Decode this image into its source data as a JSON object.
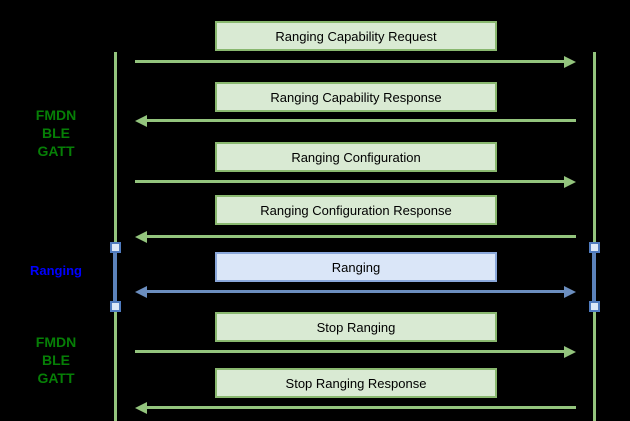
{
  "colors": {
    "background": "#000000",
    "green_line": "#93c47d",
    "green_box_fill": "#d9ead3",
    "green_box_border": "#89b86f",
    "dark_green_text": "#067f06",
    "blue_line": "#6b8ebf",
    "blue_box_fill": "#dae6f8",
    "blue_box_border": "#8aa7da",
    "blue_segment": "#5b82ba",
    "activation_fill": "#dce8f8",
    "activation_border": "#4f7bbf",
    "blue_label_text": "#0000ff",
    "box_text": "#000000"
  },
  "side_labels": [
    {
      "id": "fmdn-top",
      "lines": [
        "FMDN",
        "BLE",
        "GATT"
      ]
    },
    {
      "id": "ranging",
      "lines": [
        "Ranging"
      ]
    },
    {
      "id": "fmdn-bottom",
      "lines": [
        "FMDN",
        "BLE",
        "GATT"
      ]
    }
  ],
  "messages": [
    {
      "label": "Ranging Capability Request",
      "direction": "right",
      "style": "green"
    },
    {
      "label": "Ranging Capability Response",
      "direction": "left",
      "style": "green"
    },
    {
      "label": "Ranging Configuration",
      "direction": "right",
      "style": "green"
    },
    {
      "label": "Ranging Configuration Response",
      "direction": "left",
      "style": "green"
    },
    {
      "label": "Ranging",
      "direction": "both",
      "style": "blue"
    },
    {
      "label": "Stop Ranging",
      "direction": "right",
      "style": "green"
    },
    {
      "label": "Stop Ranging Response",
      "direction": "left",
      "style": "green"
    }
  ]
}
